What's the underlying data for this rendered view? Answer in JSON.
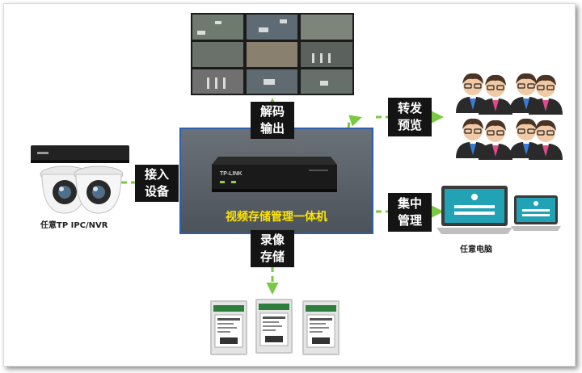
{
  "labels": {
    "access": [
      "接入",
      "设备"
    ],
    "decode": [
      "解码",
      "输出"
    ],
    "forward": [
      "转发",
      "预览"
    ],
    "manage": [
      "集中",
      "管理"
    ],
    "record": [
      "录像",
      "存储"
    ]
  },
  "center_title": "视频存储管理一体机",
  "captions": {
    "cameras": "任意TP IPC/NVR",
    "computers": "任意电脑"
  },
  "nvr_logo": "TP-LINK",
  "colors": {
    "arrow": "#7ac943",
    "label_bg": "#141414",
    "center_text": "#ffe400",
    "panel_border": "#2e5fa8"
  },
  "icons": [
    "video-wall-icon",
    "nvr-recorder-icon",
    "dome-camera-icon",
    "user-group-icon",
    "computer-icon",
    "hard-drive-icon"
  ]
}
